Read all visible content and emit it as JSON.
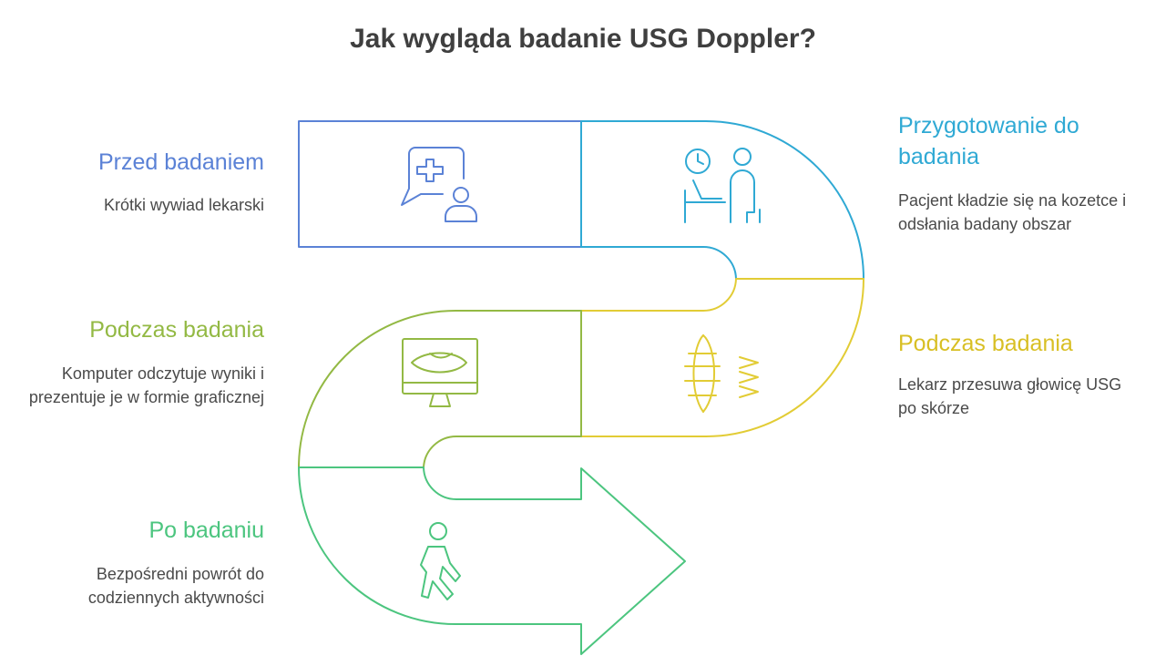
{
  "title": "Jak wygląda badanie USG Doppler?",
  "colors": {
    "step1": "#5b82d6",
    "step2": "#2fa9d4",
    "step3": "#e2cc35",
    "step4": "#93b944",
    "step5": "#4cc57f",
    "title": "#3f3f3f",
    "description": "#4a4a4a"
  },
  "steps": [
    {
      "label": "Przed badaniem",
      "description": "Krótki wywiad lekarski",
      "icon": "medical-consultation-icon"
    },
    {
      "label": "Przygotowanie do badania",
      "description": "Pacjent kładzie się na kozetce i odsłania badany obszar",
      "icon": "patient-waiting-icon"
    },
    {
      "label": "Podczas badania",
      "description": "Lekarz przesuwa głowicę USG po skórze",
      "icon": "ultrasound-wave-icon"
    },
    {
      "label": "Podczas badania",
      "description": "Komputer odczytuje wyniki i prezentuje je w formie graficznej",
      "icon": "ultrasound-monitor-icon"
    },
    {
      "label": "Po badaniu",
      "description": "Bezpośredni powrót do codziennych aktywności",
      "icon": "walking-person-icon"
    }
  ]
}
